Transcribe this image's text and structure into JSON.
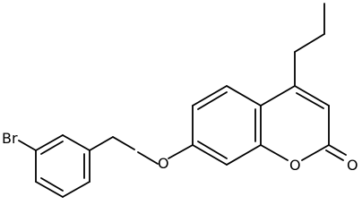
{
  "molecule": {
    "atoms": [
      {
        "id": "br",
        "label": "Br"
      },
      {
        "id": "o-ether",
        "label": "O"
      },
      {
        "id": "o-ring",
        "label": "O"
      },
      {
        "id": "o-carbonyl",
        "label": "O"
      }
    ],
    "colors": {
      "bond": "#000000",
      "label": "#000000",
      "background": "#ffffff"
    }
  }
}
